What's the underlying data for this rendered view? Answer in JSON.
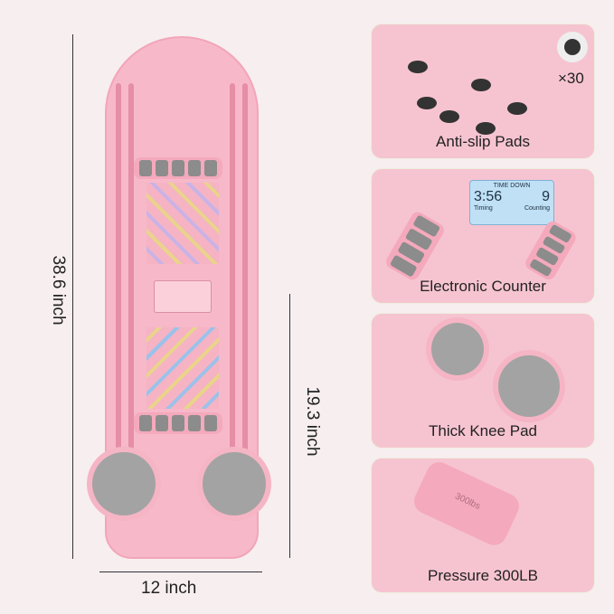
{
  "dimensions": {
    "height_full": "38.6 inch",
    "height_half": "19.3 inch",
    "width": "12 inch"
  },
  "features": [
    {
      "label": "Anti-slip Pads",
      "badge": "×30"
    },
    {
      "label": "Electronic Counter",
      "display": {
        "header": "TIME DOWN",
        "time": "3:56",
        "time_label": "Timing",
        "count": "9",
        "count_label": "Counting"
      }
    },
    {
      "label": "Thick Knee Pad"
    },
    {
      "label": "Pressure 300LB",
      "dumbbell_text": "300lbs"
    }
  ],
  "colors": {
    "board": "#f7b9c9",
    "grip": "#8c8c8c",
    "bg": "#f7eef0"
  }
}
